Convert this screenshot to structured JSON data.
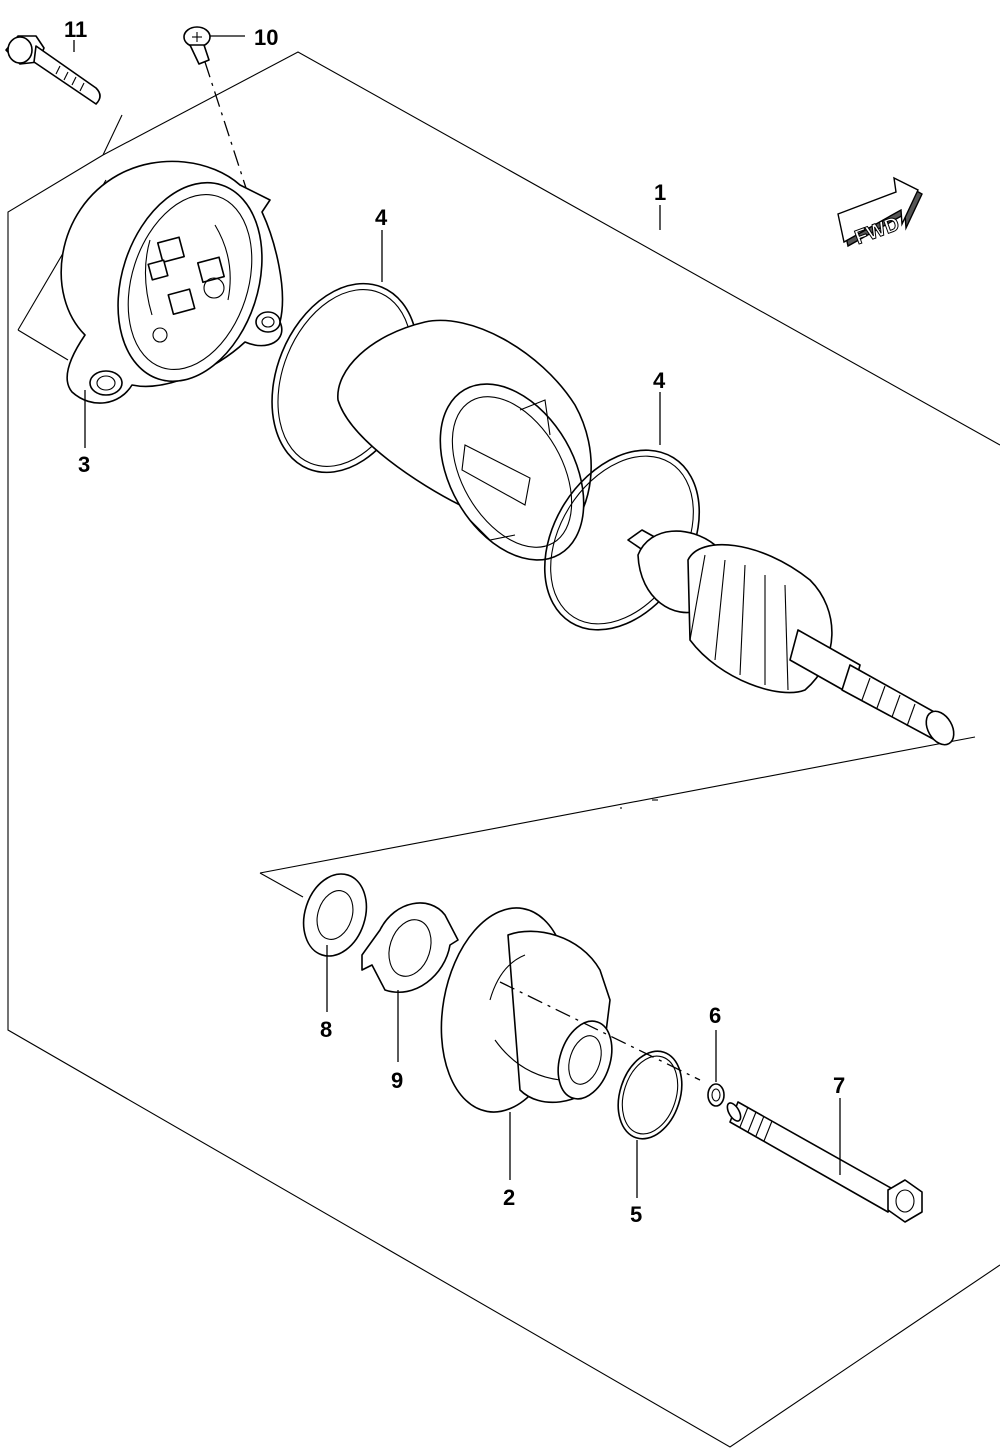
{
  "fwd_label": "FWD",
  "callouts": {
    "c1": "1",
    "c2": "2",
    "c3": "3",
    "c4a": "4",
    "c4b": "4",
    "c5": "5",
    "c6": "6",
    "c7": "7",
    "c8": "8",
    "c9": "9",
    "c10": "10",
    "c11": "11"
  }
}
